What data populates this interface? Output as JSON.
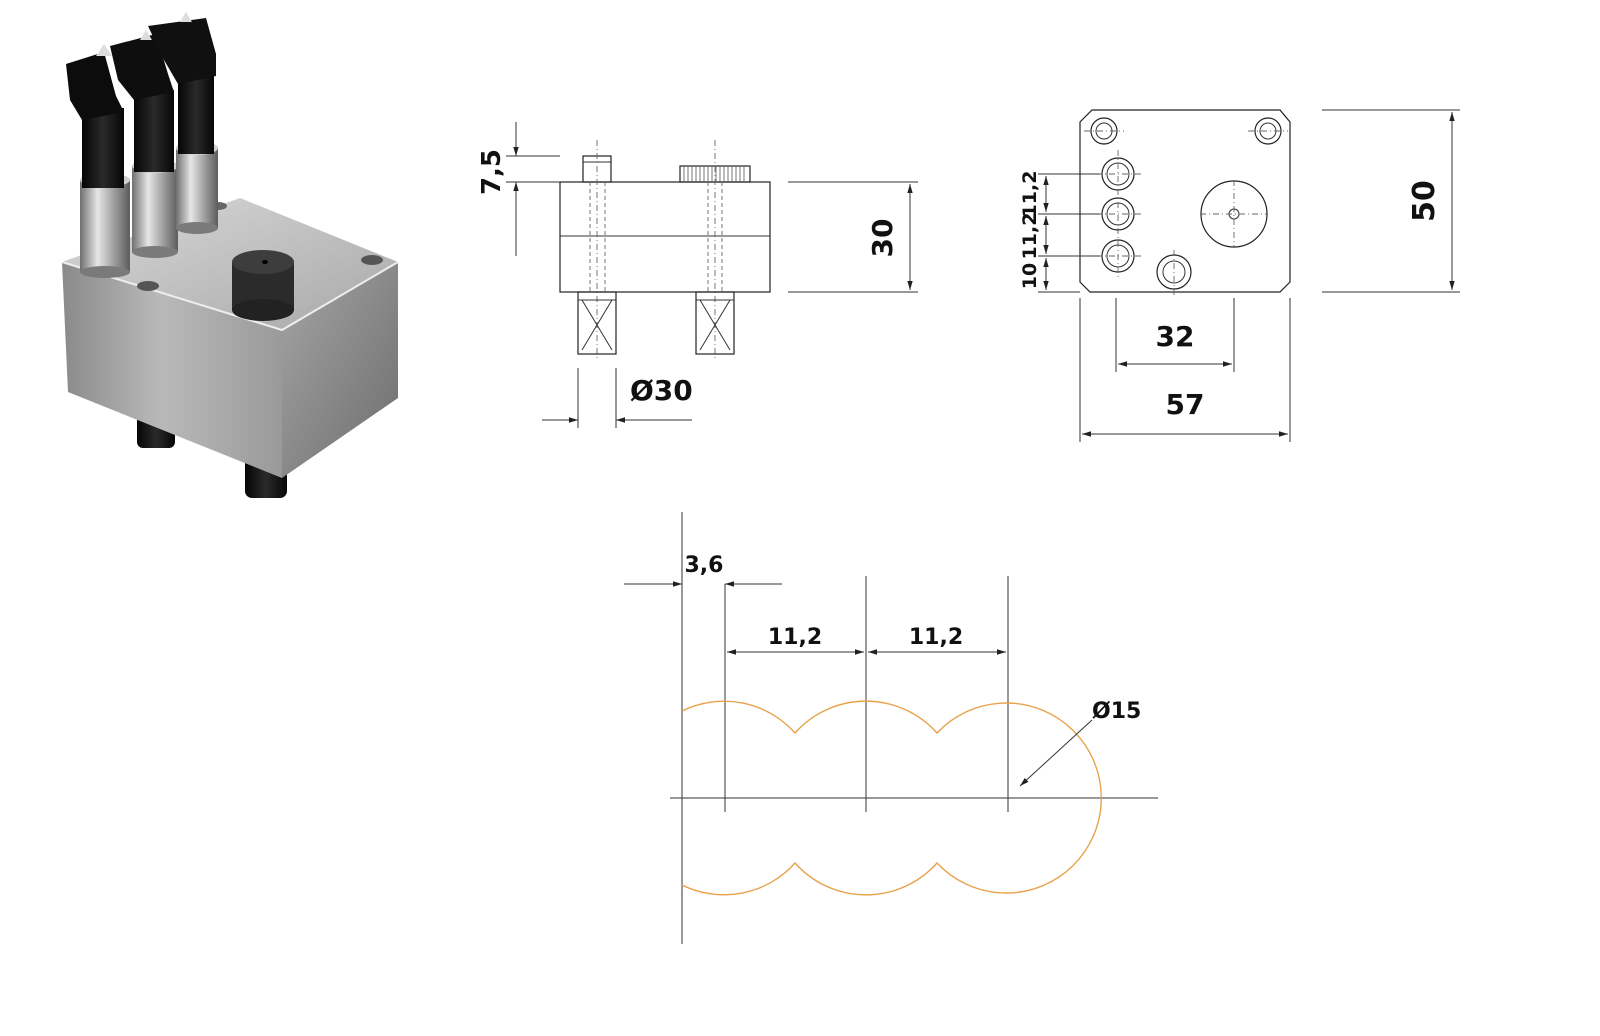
{
  "colors": {
    "ink": "#222222",
    "profile": "#e8a24a",
    "metal_light": "#c9c9c9",
    "metal_dark": "#6b6b6b",
    "plastic_black": "#111111"
  },
  "render": {
    "name": "3d-product-render"
  },
  "side_view": {
    "dim_height_small": "7,5",
    "dim_height_body": "30",
    "dim_diameter": "Ø30"
  },
  "top_view": {
    "dim_height": "50",
    "dim_spacing_1": "10",
    "dim_spacing_2": "11,2",
    "dim_spacing_3": "11,2",
    "dim_width_inner": "32",
    "dim_width_total": "57"
  },
  "profile_view": {
    "dim_offset": "3,6",
    "dim_pitch_1": "11,2",
    "dim_pitch_2": "11,2",
    "dim_diameter": "Ø15"
  }
}
